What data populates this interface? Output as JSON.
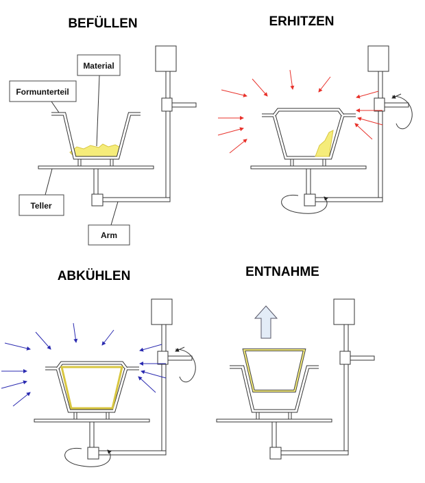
{
  "panels": [
    {
      "title": "BEFÜLLEN"
    },
    {
      "title": "ERHITZEN"
    },
    {
      "title": "ABKÜHLEN"
    },
    {
      "title": "ENTNAHME"
    }
  ],
  "labels": {
    "material": "Material",
    "formunterteil": "Formunterteil",
    "teller": "Teller",
    "arm": "Arm"
  },
  "colors": {
    "material": "#f5ec7a",
    "heat_arrows": "#e8312a",
    "cool_arrows": "#2a2ab0",
    "lift_arrow": "#e3ecf7"
  }
}
